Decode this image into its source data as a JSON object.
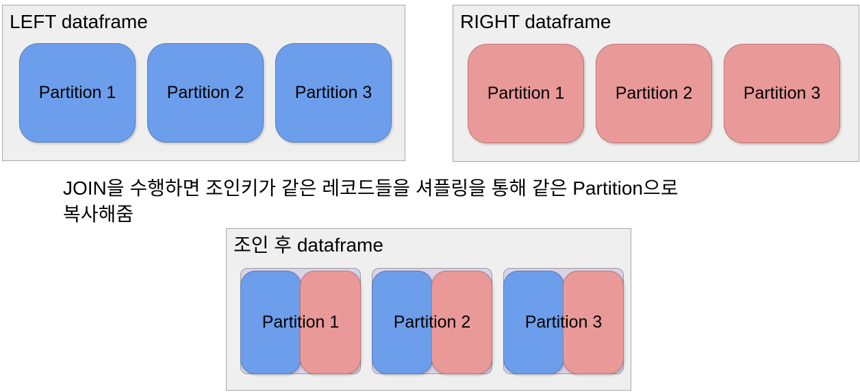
{
  "panels": {
    "left": {
      "title": "LEFT dataframe",
      "partitions": [
        "Partition 1",
        "Partition 2",
        "Partition 3"
      ]
    },
    "right": {
      "title": "RIGHT dataframe",
      "partitions": [
        "Partition 1",
        "Partition 2",
        "Partition 3"
      ]
    },
    "joined": {
      "title": "조인 후 dataframe",
      "partitions": [
        "Partition 1",
        "Partition 2",
        "Partition 3"
      ]
    }
  },
  "caption": {
    "line1": "JOIN을 수행하면 조인키가 같은 레코드들을 셔플링을 통해 같은 Partition으로",
    "line2": "복사해줌"
  },
  "colors": {
    "left_partition": "#6d9eeb",
    "right_partition": "#ea9999",
    "joined_backing": "#d9d2e9",
    "panel_bg": "#efefef",
    "panel_border": "#a6a6a6"
  }
}
